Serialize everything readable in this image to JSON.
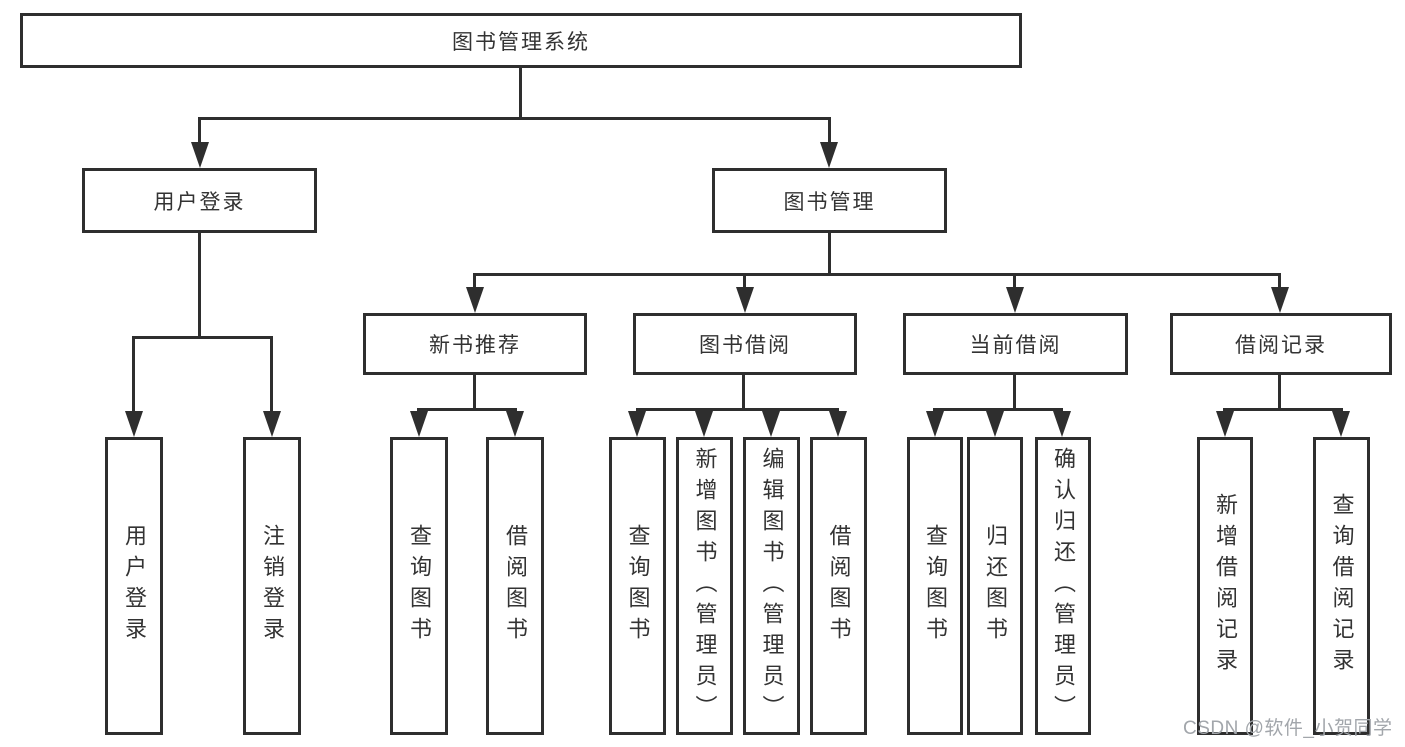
{
  "nodes": {
    "root": "图书管理系统",
    "user_login": "用户登录",
    "book_mgmt": "图书管理",
    "new_book_rec": "新书推荐",
    "book_borrow": "图书借阅",
    "current_borrow": "当前借阅",
    "borrow_records": "借阅记录"
  },
  "leaves": {
    "user_login": "用户登录",
    "logout": "注销登录",
    "rec_query_books": "查询图书",
    "rec_borrow_books": "借阅图书",
    "bb_query_books": "查询图书",
    "bb_add_books": "新增图书（管理员）",
    "bb_edit_books": "编辑图书（管理员）",
    "bb_borrow_books": "借阅图书",
    "cb_query_books": "查询图书",
    "cb_return_books": "归还图书",
    "cb_confirm_return": "确认归还（管理员）",
    "br_add_record": "新增借阅记录",
    "br_query_record": "查询借阅记录"
  },
  "watermark": "CSDN @软件_小贺同学",
  "colors": {
    "line": "#2e2e2e",
    "text": "#333333",
    "background": "#ffffff",
    "watermark": "#a2a6ab"
  }
}
